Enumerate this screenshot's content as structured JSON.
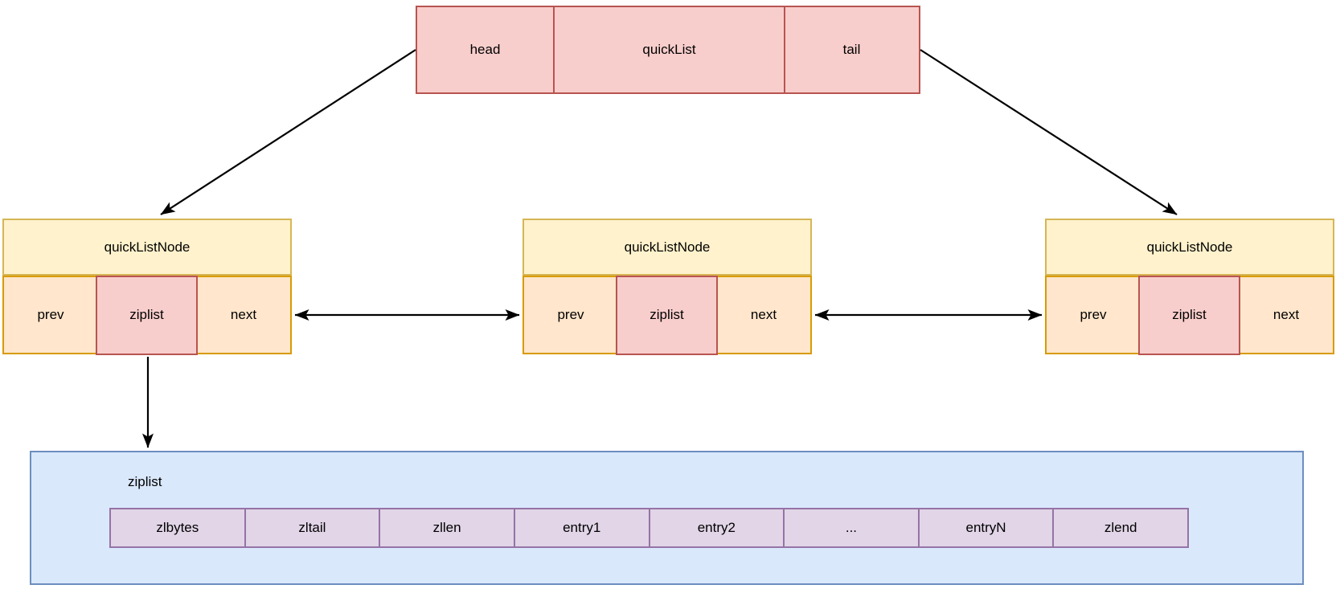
{
  "colors": {
    "red_fill": "#f8cecc",
    "red_stroke": "#b85450",
    "yellow_fill": "#fff2cc",
    "yellow_stroke": "#d6b656",
    "orange_fill": "#ffe6cc",
    "orange_stroke": "#d79b00",
    "blue_fill": "#dae8fc",
    "blue_stroke": "#6c8ebf",
    "purple_fill": "#e1d5e7",
    "purple_stroke": "#9673a6",
    "arrow_color": "#000000"
  },
  "quicklist": {
    "cells": [
      "head",
      "quickList",
      "tail"
    ]
  },
  "nodes": [
    {
      "title": "quickListNode",
      "cells": [
        "prev",
        "ziplist",
        "next"
      ]
    },
    {
      "title": "quickListNode",
      "cells": [
        "prev",
        "ziplist",
        "next"
      ]
    },
    {
      "title": "quickListNode",
      "cells": [
        "prev",
        "ziplist",
        "next"
      ]
    }
  ],
  "ziplist": {
    "label": "ziplist",
    "cells": [
      "zlbytes",
      "zltail",
      "zllen",
      "entry1",
      "entry2",
      "...",
      "entryN",
      "zlend"
    ]
  },
  "arrows": [
    {
      "from": "quicklist-head",
      "to": "quicklistnode-1",
      "type": "single"
    },
    {
      "from": "quicklist-tail",
      "to": "quicklistnode-3",
      "type": "single"
    },
    {
      "from": "quicklistnode-1-next",
      "to": "quicklistnode-2-prev",
      "type": "double"
    },
    {
      "from": "quicklistnode-2-next",
      "to": "quicklistnode-3-prev",
      "type": "double"
    },
    {
      "from": "quicklistnode-1-ziplist",
      "to": "ziplist-box",
      "type": "single"
    }
  ]
}
